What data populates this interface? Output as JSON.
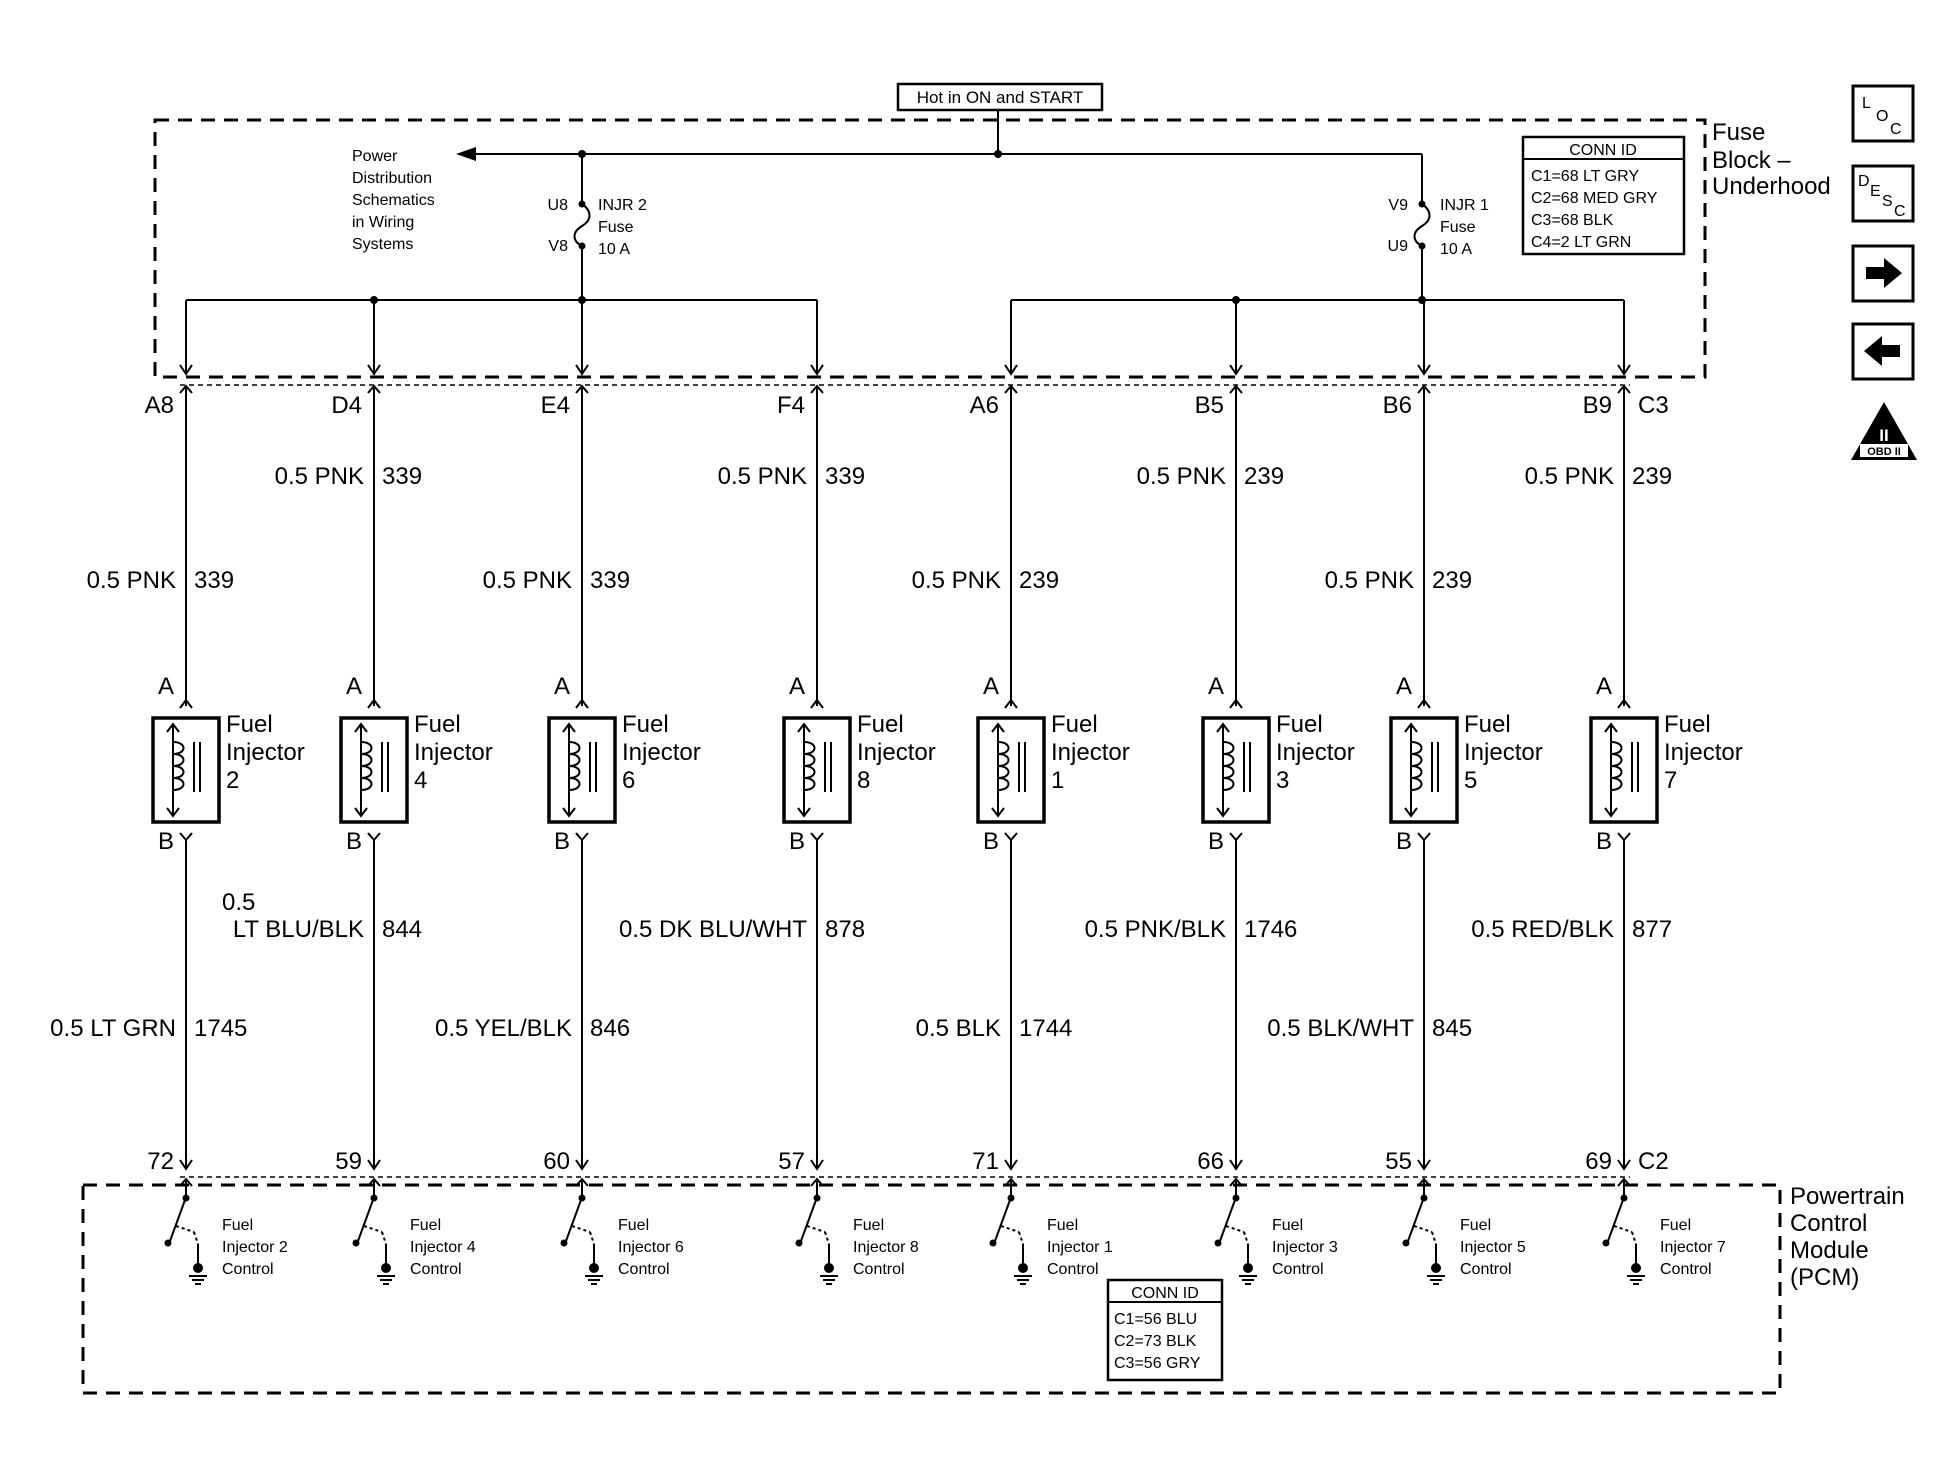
{
  "source": {
    "label": "Hot in ON and START",
    "power_ref": [
      "Power",
      "Distribution",
      "Schematics",
      "in Wiring",
      "Systems"
    ]
  },
  "fuse_block": {
    "label": [
      "Fuse",
      "Block –",
      "Underhood"
    ],
    "conn_id": {
      "title": "CONN ID",
      "rows": [
        "C1=68 LT GRY",
        "C2=68 MED GRY",
        "C3=68 BLK",
        "C4=2 LT GRN"
      ]
    },
    "fuses": [
      {
        "top_pin": "U8",
        "bottom_pin": "V8",
        "label": [
          "INJR 2",
          "Fuse",
          "10 A"
        ]
      },
      {
        "top_pin": "V9",
        "bottom_pin": "U9",
        "label": [
          "INJR 1",
          "Fuse",
          "10 A"
        ]
      }
    ],
    "c3_label": "C3"
  },
  "pcm": {
    "label": [
      "Powertrain",
      "Control",
      "Module",
      "(PCM)"
    ],
    "c2_label": "C2",
    "conn_id": {
      "title": "CONN ID",
      "rows": [
        "C1=56 BLU",
        "C2=73 BLK",
        "C3=56 GRY"
      ]
    }
  },
  "circuits": [
    {
      "fuse_pin": "A8",
      "upper_label": "0.5 PNK",
      "upper_num": "339",
      "injector": [
        "Fuel",
        "Injector",
        "2"
      ],
      "conn_a": "A",
      "conn_b": "B",
      "lower_label": "0.5 LT GRN",
      "lower_num": "1745",
      "lower_level": "low",
      "pcm_pin": "72",
      "control": [
        "Fuel",
        "Injector 2",
        "Control"
      ]
    },
    {
      "fuse_pin": "D4",
      "upper_label": "0.5 PNK",
      "upper_num": "339",
      "injector": [
        "Fuel",
        "Injector",
        "4"
      ],
      "conn_a": "A",
      "conn_b": "B",
      "lower_label": "LT BLU/BLK",
      "lower_prefix": "0.5",
      "lower_num": "844",
      "lower_level": "high",
      "pcm_pin": "59",
      "control": [
        "Fuel",
        "Injector 4",
        "Control"
      ]
    },
    {
      "fuse_pin": "E4",
      "upper_label": "0.5 PNK",
      "upper_num": "339",
      "injector": [
        "Fuel",
        "Injector",
        "6"
      ],
      "conn_a": "A",
      "conn_b": "B",
      "lower_label": "0.5 YEL/BLK",
      "lower_num": "846",
      "lower_level": "low",
      "pcm_pin": "60",
      "control": [
        "Fuel",
        "Injector 6",
        "Control"
      ]
    },
    {
      "fuse_pin": "F4",
      "upper_label": "0.5 PNK",
      "upper_num": "339",
      "injector": [
        "Fuel",
        "Injector",
        "8"
      ],
      "conn_a": "A",
      "conn_b": "B",
      "lower_label": "0.5 DK BLU/WHT",
      "lower_num": "878",
      "lower_level": "high",
      "pcm_pin": "57",
      "control": [
        "Fuel",
        "Injector 8",
        "Control"
      ]
    },
    {
      "fuse_pin": "A6",
      "upper_label": "0.5 PNK",
      "upper_num": "239",
      "injector": [
        "Fuel",
        "Injector",
        "1"
      ],
      "conn_a": "A",
      "conn_b": "B",
      "lower_label": "0.5 BLK",
      "lower_num": "1744",
      "lower_level": "low",
      "pcm_pin": "71",
      "control": [
        "Fuel",
        "Injector 1",
        "Control"
      ]
    },
    {
      "fuse_pin": "B5",
      "upper_label": "0.5 PNK",
      "upper_num": "239",
      "injector": [
        "Fuel",
        "Injector",
        "3"
      ],
      "conn_a": "A",
      "conn_b": "B",
      "lower_label": "0.5 PNK/BLK",
      "lower_num": "1746",
      "lower_level": "high",
      "pcm_pin": "66",
      "control": [
        "Fuel",
        "Injector 3",
        "Control"
      ]
    },
    {
      "fuse_pin": "B6",
      "upper_label": "0.5 PNK",
      "upper_num": "239",
      "injector": [
        "Fuel",
        "Injector",
        "5"
      ],
      "conn_a": "A",
      "conn_b": "B",
      "lower_label": "0.5 BLK/WHT",
      "lower_num": "845",
      "lower_level": "low",
      "pcm_pin": "55",
      "control": [
        "Fuel",
        "Injector 5",
        "Control"
      ]
    },
    {
      "fuse_pin": "B9",
      "upper_label": "0.5 PNK",
      "upper_num": "239",
      "injector": [
        "Fuel",
        "Injector",
        "7"
      ],
      "conn_a": "A",
      "conn_b": "B",
      "lower_label": "0.5 RED/BLK",
      "lower_num": "877",
      "lower_level": "high",
      "pcm_pin": "69",
      "control": [
        "Fuel",
        "Injector 7",
        "Control"
      ]
    }
  ],
  "nav": {
    "loc": {
      "letters": [
        "L",
        "O",
        "C"
      ]
    },
    "desc": {
      "letters": [
        "D",
        "E",
        "S",
        "C"
      ]
    },
    "next_icon": "arrow-right-icon",
    "prev_icon": "arrow-left-icon",
    "obd": {
      "top": "II",
      "bottom": "OBD II"
    }
  }
}
